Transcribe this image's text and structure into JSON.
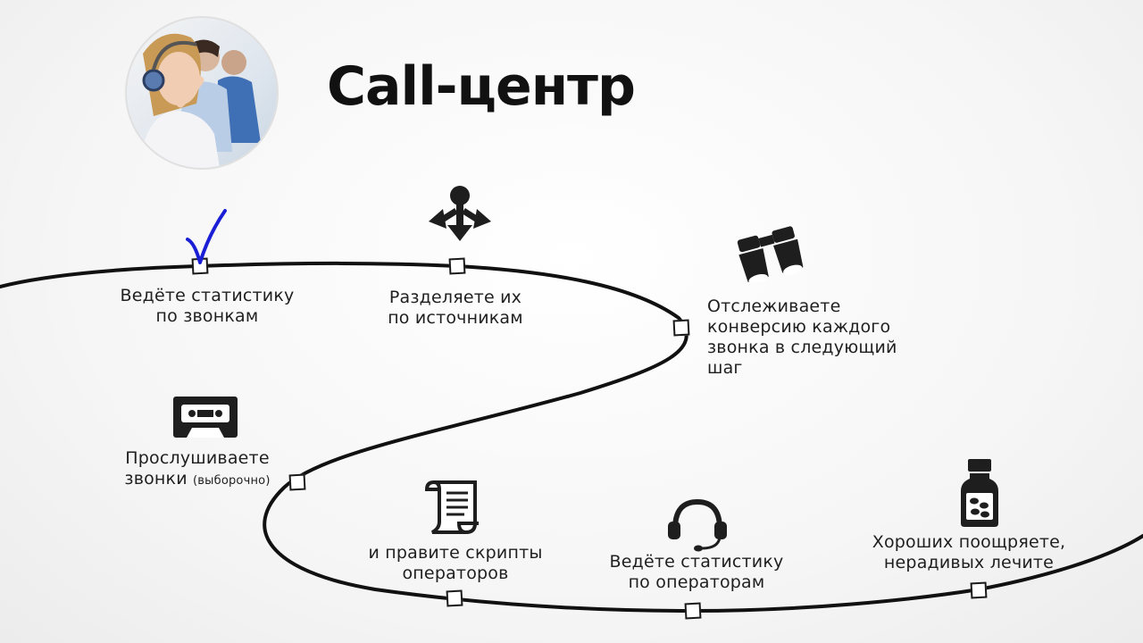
{
  "title": "Call-центр",
  "steps": [
    {
      "line1": "Ведёте статистику",
      "line2": "по звонкам",
      "icon": "checkmark-icon"
    },
    {
      "line1": "Разделяете их",
      "line2": "по источникам",
      "icon": "split-arrows-icon"
    },
    {
      "lines": [
        "Отслеживаете",
        "конверсию каждого",
        "звонка в следующий",
        "шаг"
      ],
      "icon": "binoculars-icon"
    },
    {
      "line1": "Прослушиваете",
      "line2": "звонки",
      "line2_small": "(выборочно)",
      "icon": "cassette-icon"
    },
    {
      "line1": "и правите скрипты",
      "line2": "операторов",
      "icon": "scroll-icon"
    },
    {
      "line1": "Ведёте статистику",
      "line2": "по операторам",
      "icon": "headset-icon"
    },
    {
      "line1": "Хороших поощряете,",
      "line2": "нерадивых лечите",
      "icon": "medicine-bottle-icon"
    }
  ],
  "colors": {
    "path": "#111111",
    "check": "#1a1fd6",
    "icon": "#1e1e1e"
  }
}
